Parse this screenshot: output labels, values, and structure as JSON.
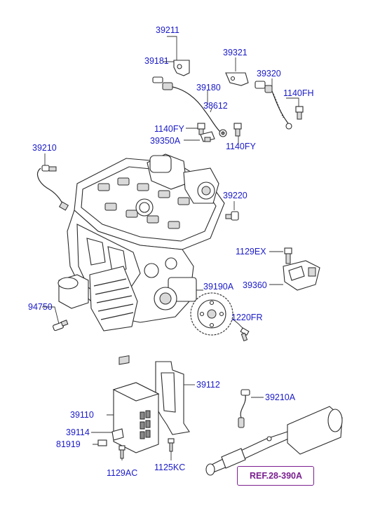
{
  "labels": {
    "l39211": "39211",
    "l39181": "39181",
    "l39321": "39321",
    "l39320": "39320",
    "l39180": "39180",
    "l1140FH": "1140FH",
    "l38612": "38612",
    "l1140FY_a": "1140FY",
    "l39350A": "39350A",
    "l1140FY_b": "1140FY",
    "l39210": "39210",
    "l39220": "39220",
    "l1129EX": "1129EX",
    "l39360": "39360",
    "l39190A": "39190A",
    "l94750": "94750",
    "l1220FR": "1220FR",
    "l39112": "39112",
    "l39210A": "39210A",
    "l39110": "39110",
    "l39114": "39114",
    "l81919": "81919",
    "l1129AC": "1129AC",
    "l1125KC": "1125KC",
    "ref": "REF.28-390A"
  },
  "colors": {
    "label": "#1a1ac8",
    "reference": "#7a1f8f",
    "line": "#2b2b2b"
  }
}
